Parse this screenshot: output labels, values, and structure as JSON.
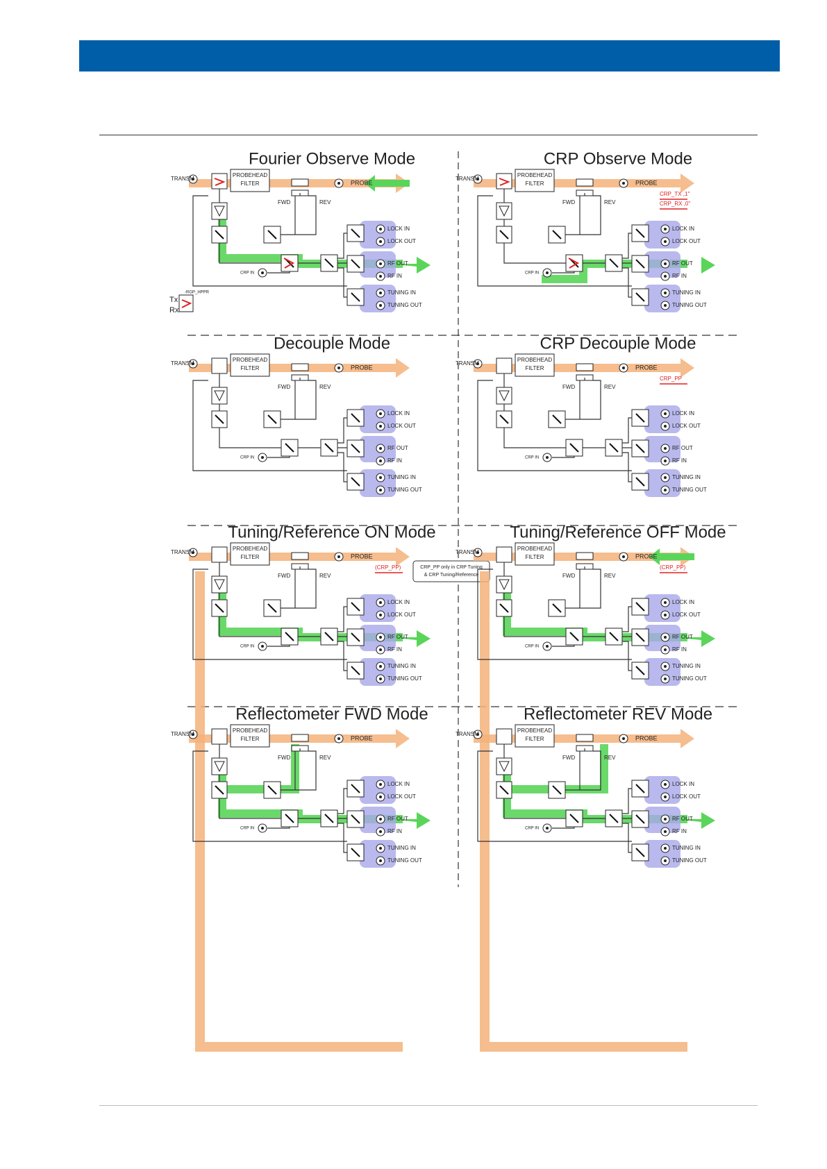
{
  "labels": {
    "transm": "TRANSM",
    "probehead_1": "PROBEHEAD",
    "probehead_2": "FILTER",
    "probe": "PROBE",
    "fwd": "FWD",
    "rev": "REV",
    "lock_in": "LOCK IN",
    "lock_out": "LOCK OUT",
    "rf_out": "RF OUT",
    "rf_in": "RF IN",
    "tuning_in": "TUNING IN",
    "tuning_out": "TUNING OUT",
    "crp_in": "CRP IN"
  },
  "extras": {
    "crp_tx": "CRP_TX ,1\"",
    "crp_rx": "CRP_RX ,0\"",
    "crp_pp": "CRP_PP",
    "crp_pp_paren": "(CRP_PP)",
    "note_line1": "CRP_PP only in CRP Tuning",
    "note_line2": "& CRP Tuning/Reference",
    "rgp_hppr": "-RGP_HPPR",
    "tx": "Tx",
    "rx": "Rx"
  },
  "panels": [
    {
      "title": "Fourier Observe Mode",
      "extra": []
    },
    {
      "title": "CRP Observe Mode",
      "extra": [
        "crp_tx",
        "crp_rx"
      ]
    },
    {
      "title": "Decouple Mode",
      "extra": []
    },
    {
      "title": "CRP Decouple Mode",
      "extra": [
        "crp_pp"
      ]
    },
    {
      "title": "Tuning/Reference ON Mode",
      "extra": [
        "crp_pp_paren"
      ]
    },
    {
      "title": "Tuning/Reference OFF Mode",
      "extra": [
        "crp_pp_paren"
      ]
    },
    {
      "title": "Reflectometer FWD Mode",
      "extra": []
    },
    {
      "title": "Reflectometer REV Mode",
      "extra": []
    }
  ],
  "colors": {
    "header": "#005ea8",
    "transmit_path": "#f5b27a",
    "receive_path": "#5ad55a",
    "io_group": "#a8a8ea",
    "alert": "#e02020"
  }
}
